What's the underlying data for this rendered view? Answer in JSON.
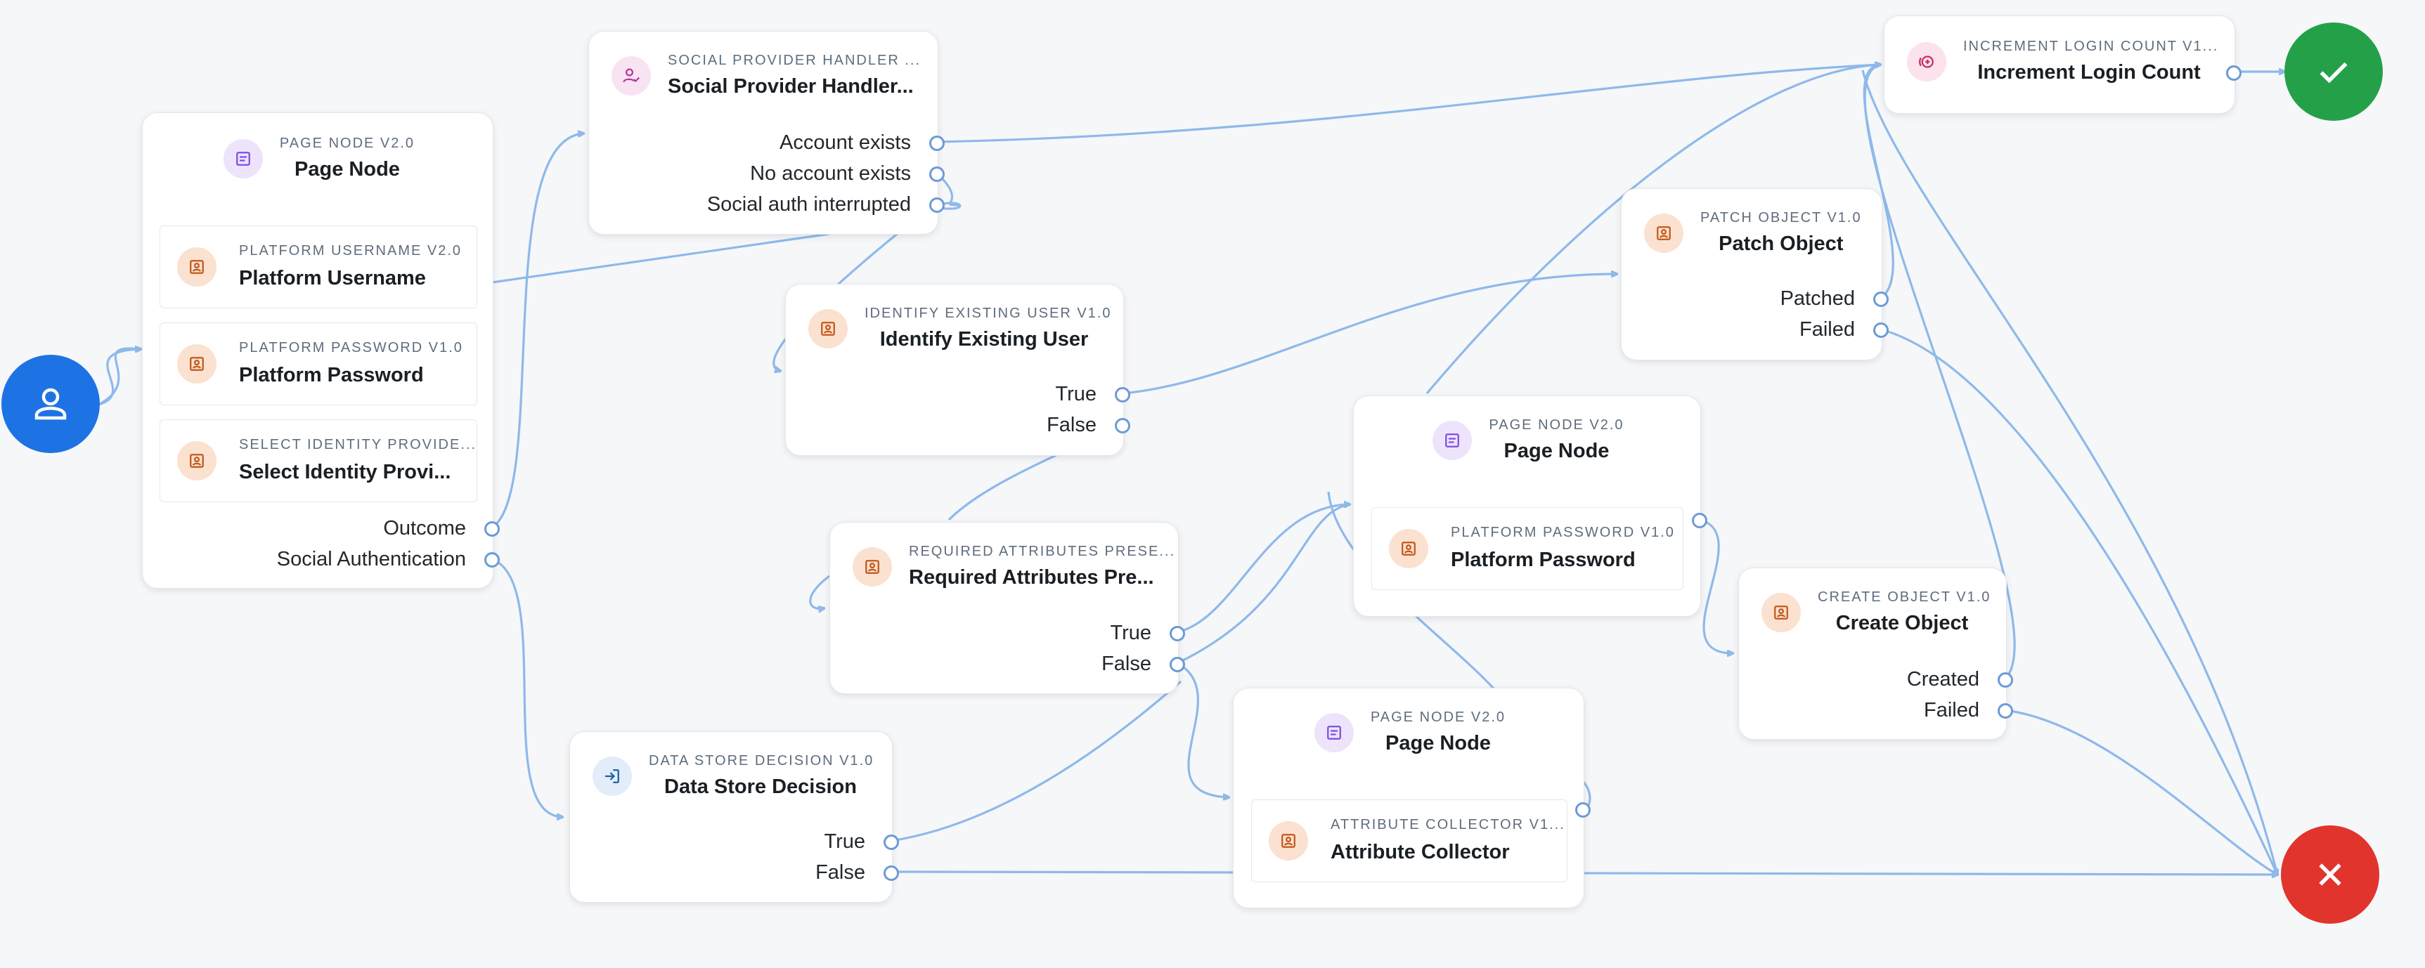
{
  "start": {
    "icon": "user-icon",
    "color": "#1d73e3"
  },
  "success": {
    "icon": "check-icon",
    "color": "#24a148"
  },
  "failure": {
    "icon": "close-icon",
    "color": "#e1342c"
  },
  "page_node_1": {
    "subtitle": "PAGE NODE V2.0",
    "title": "Page Node",
    "children": [
      {
        "subtitle": "PLATFORM USERNAME V2.0",
        "title": "Platform Username"
      },
      {
        "subtitle": "PLATFORM PASSWORD V1.0",
        "title": "Platform Password"
      },
      {
        "subtitle": "SELECT IDENTITY PROVIDE...",
        "title": "Select Identity Provi..."
      }
    ],
    "outcomes": [
      "Outcome",
      "Social Authentication"
    ]
  },
  "social_provider": {
    "subtitle": "SOCIAL PROVIDER HANDLER ...",
    "title": "Social Provider Handler...",
    "outcomes": [
      "Account exists",
      "No account exists",
      "Social auth interrupted"
    ]
  },
  "identify_user": {
    "subtitle": "IDENTIFY EXISTING USER V1.0",
    "title": "Identify Existing User",
    "outcomes": [
      "True",
      "False"
    ]
  },
  "required_attrs": {
    "subtitle": "REQUIRED ATTRIBUTES PRESE...",
    "title": "Required Attributes Pre...",
    "outcomes": [
      "True",
      "False"
    ]
  },
  "data_store": {
    "subtitle": "DATA STORE DECISION V1.0",
    "title": "Data Store Decision",
    "outcomes": [
      "True",
      "False"
    ]
  },
  "page_node_2": {
    "subtitle": "PAGE NODE V2.0",
    "title": "Page Node",
    "children": [
      {
        "subtitle": "PLATFORM PASSWORD V1.0",
        "title": "Platform Password"
      }
    ]
  },
  "page_node_3": {
    "subtitle": "PAGE NODE V2.0",
    "title": "Page Node",
    "children": [
      {
        "subtitle": "ATTRIBUTE COLLECTOR V1...",
        "title": "Attribute Collector"
      }
    ]
  },
  "patch_object": {
    "subtitle": "PATCH OBJECT V1.0",
    "title": "Patch Object",
    "outcomes": [
      "Patched",
      "Failed"
    ]
  },
  "create_object": {
    "subtitle": "CREATE OBJECT V1.0",
    "title": "Create Object",
    "outcomes": [
      "Created",
      "Failed"
    ]
  },
  "increment_login": {
    "subtitle": "INCREMENT LOGIN COUNT V1...",
    "title": "Increment Login Count"
  },
  "colors": {
    "connector": "#8eb9ea",
    "port": "#6d9ad6",
    "canvas": "#f6f7f9"
  }
}
